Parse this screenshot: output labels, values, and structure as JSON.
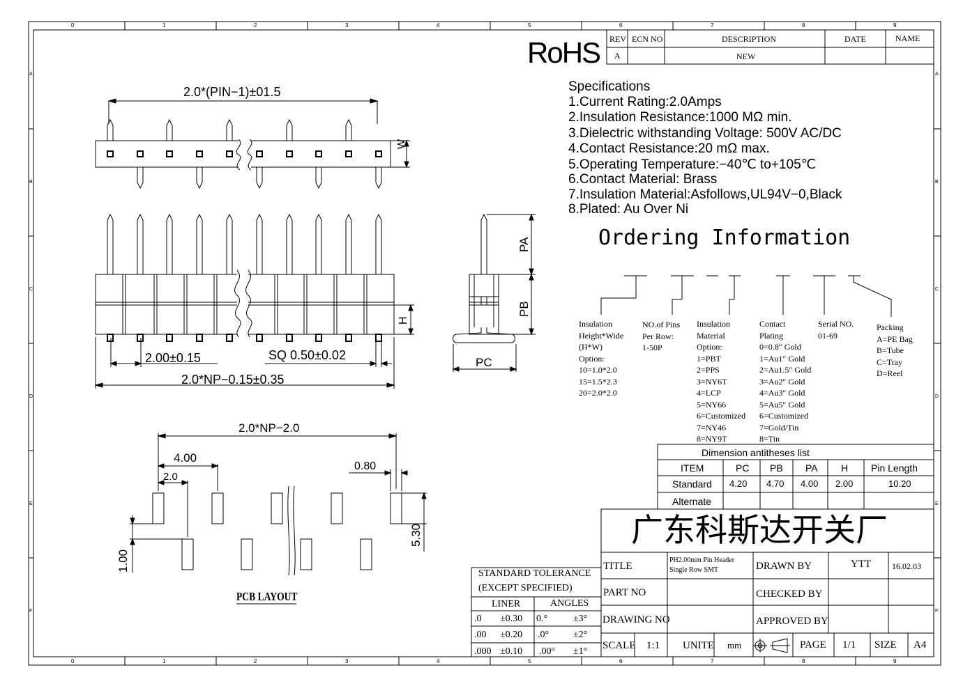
{
  "grid": {
    "top_numbers": [
      "0",
      "1",
      "2",
      "3",
      "4",
      "5",
      "6",
      "7",
      "8",
      "9"
    ],
    "bottom_numbers": [
      "0",
      "1",
      "2",
      "3",
      "4",
      "5",
      "6",
      "7",
      "8",
      "9"
    ],
    "side_letters": [
      "A",
      "B",
      "C",
      "D",
      "E",
      "F"
    ]
  },
  "revision": {
    "headers": [
      "REV",
      "ECN NO",
      "DESCRIPTION",
      "DATE",
      "NAME"
    ],
    "rev": "A",
    "description": "NEW"
  },
  "rohs": "RoHS",
  "specs": {
    "heading": "Specifications",
    "lines": [
      "1.Current  Rating:2.0Amps",
      "2.Insulation  Resistance:1000  MΩ  min.",
      "3.Dielectric  withstanding  Voltage:   500V AC/DC",
      "4.Contact  Resistance:20  mΩ  max.",
      "5.Operating  Temperature:−40℃  to+105℃",
      "6.Contact  Material:  Brass",
      "7.Insulation  Material:Asfollows,UL94V−0,Black",
      "8.Plated:  Au  Over  Ni"
    ]
  },
  "ordering": {
    "title": "Ordering  Information",
    "insulation_height": [
      "Insulation",
      "Height*Wide",
      "(H*W)",
      "Option:",
      "10=1.0*2.0",
      "15=1.5*2.3",
      "20=2.0*2.0"
    ],
    "pins": [
      "NO.of Pins",
      "Per Row:",
      "1-50P"
    ],
    "material": [
      "Insulation",
      "Material",
      "Option:",
      "1=PBT",
      "2=PPS",
      "3=NY6T",
      "4=LCP",
      "5=NY66",
      "6=Customized",
      "7=NY46",
      "8=NY9T"
    ],
    "plating": [
      "Contact",
      "Plating",
      "0=0.8″ Gold",
      "1=Au1″ Gold",
      "2=Au1.5″ Gold",
      "3=Au2″ Gold",
      "4=Au3″ Gold",
      "5=Au5″ Gold",
      "6=Customized",
      "7=Gold/Tin",
      "8=Tin"
    ],
    "serial": [
      "Serial NO.",
      "01-69"
    ],
    "packing": [
      "Packing",
      "A=PE Bag",
      "B=Tube",
      "C=Tray",
      "D=Reel"
    ]
  },
  "dims": {
    "top_pitch": "2.0*(PIN−1)±01.5",
    "w": "W",
    "pitch": "2.00±0.15",
    "sq": "SQ  0.50±0.02",
    "overall": "2.0*NP−0.15±0.35",
    "h": "H",
    "pa": "PA",
    "pb": "PB",
    "pc": "PC"
  },
  "pcb": {
    "span": "2.0*NP−2.0",
    "d400": "4.00",
    "d20": "2.0",
    "d080": "0.80",
    "d530": "5.30",
    "d100": "1.00",
    "label": "PCB LAYOUT"
  },
  "dim_table": {
    "title": "Dimension  antitheses  list",
    "headers": [
      "ITEM",
      "PC",
      "PB",
      "PA",
      "H",
      "Pin Length"
    ],
    "standard": [
      "Standard",
      "4.20",
      "4.70",
      "4.00",
      "2.00",
      "10.20"
    ],
    "alternate": "Alternate"
  },
  "company": "广东科斯达开关厂",
  "title_block": {
    "title_label": "TITLE",
    "title_value_1": "PH2.00mm Pin Header",
    "title_value_2": "Single  Row SMT",
    "drawn_by_label": "DRAWN BY",
    "drawn_by": "YTT",
    "date": "16.02.03",
    "part_no_label": "PART NO",
    "checked_by_label": "CHECKED BY",
    "drawing_no_label": "DRAWING NO",
    "approved_by_label": "APPROVED BY",
    "scale_label": "SCALE",
    "scale": "1:1",
    "unite_label": "UNITE",
    "unit": "mm",
    "page_label": "PAGE",
    "page": "1/1",
    "size_label": "SIZE",
    "size": "A4"
  },
  "tolerance": {
    "title_1": "STANDARD  TOLERANCE",
    "title_2": "(EXCEPT   SPECIFIED)",
    "liner": "LINER",
    "angles": "ANGLES",
    "rows": [
      [
        ".0",
        "±0.30",
        "0.°",
        "±3°"
      ],
      [
        ".00",
        "±0.20",
        ".0°",
        "±2°"
      ],
      [
        ".000",
        "±0.10",
        ".00°",
        "±1°"
      ]
    ]
  }
}
